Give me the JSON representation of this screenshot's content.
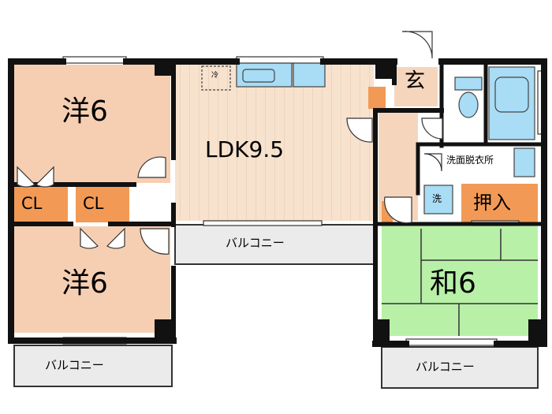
{
  "rooms": {
    "western_top": "洋6",
    "western_bottom": "洋6",
    "ldk": "LDK9.5",
    "japanese": "和6",
    "entrance": "玄",
    "closet_left": "CL",
    "closet_right": "CL",
    "storage": "押入",
    "washroom": "洗面脱衣所",
    "washer": "洗",
    "fridge": "冷"
  },
  "balconies": {
    "center": "バルコニー",
    "left": "バルコニー",
    "right": "バルコニー"
  },
  "colors": {
    "western_floor": "#F6CFB3",
    "ldk_floor": "#F7E2CE",
    "tatami": "#B8F0A8",
    "closet": "#F29A55",
    "balcony": "#EBEBEB",
    "fixture": "#A9DCF5",
    "wall": "#111111"
  }
}
